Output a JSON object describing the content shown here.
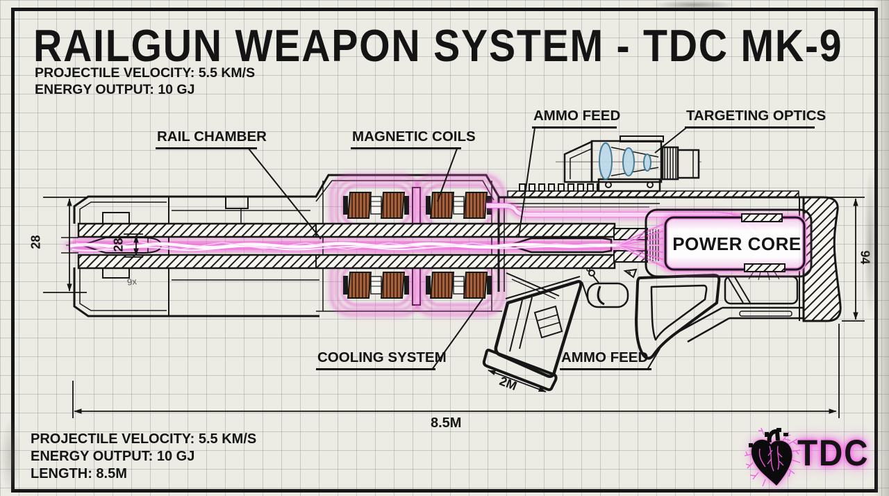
{
  "title": "RAILGUN WEAPON SYSTEM - TDC MK-9",
  "specs_top": {
    "lines": [
      "PROJECTILE VELOCITY: 5.5 KM/S",
      "ENERGY OUTPUT: 10 GJ"
    ]
  },
  "specs_bottom": {
    "lines": [
      "PROJECTILE VELOCITY: 5.5 KM/S",
      "ENERGY OUTPUT: 10 GJ",
      "LENGTH: 8.5M"
    ]
  },
  "labels": {
    "rail_chamber": "RAIL CHAMBER",
    "magnetic_coils": "MAGNETIC COILS",
    "ammo_feed_top": "AMMO FEED",
    "targeting_optics": "TARGETING OPTICS",
    "power_core": "POWER CORE",
    "cooling_system": "COOLING SYSTEM",
    "ammo_feed_bottom": "AMMO FEED"
  },
  "dimensions": {
    "overall_length": "8.5M",
    "magazine_length": "2M",
    "bore_height": "28",
    "muzzle_height": "28",
    "stock_height": "94"
  },
  "annotations": {
    "barrel_mark": "9x"
  },
  "logo": {
    "text": "TDC",
    "icon": "anatomical-heart-icon"
  },
  "colors": {
    "accent_magenta": "#E93FD4",
    "coil_copper": "#A05A38",
    "lens_blue": "#BCD9E8",
    "ink": "#141414",
    "paper": "#ECEBE4"
  }
}
